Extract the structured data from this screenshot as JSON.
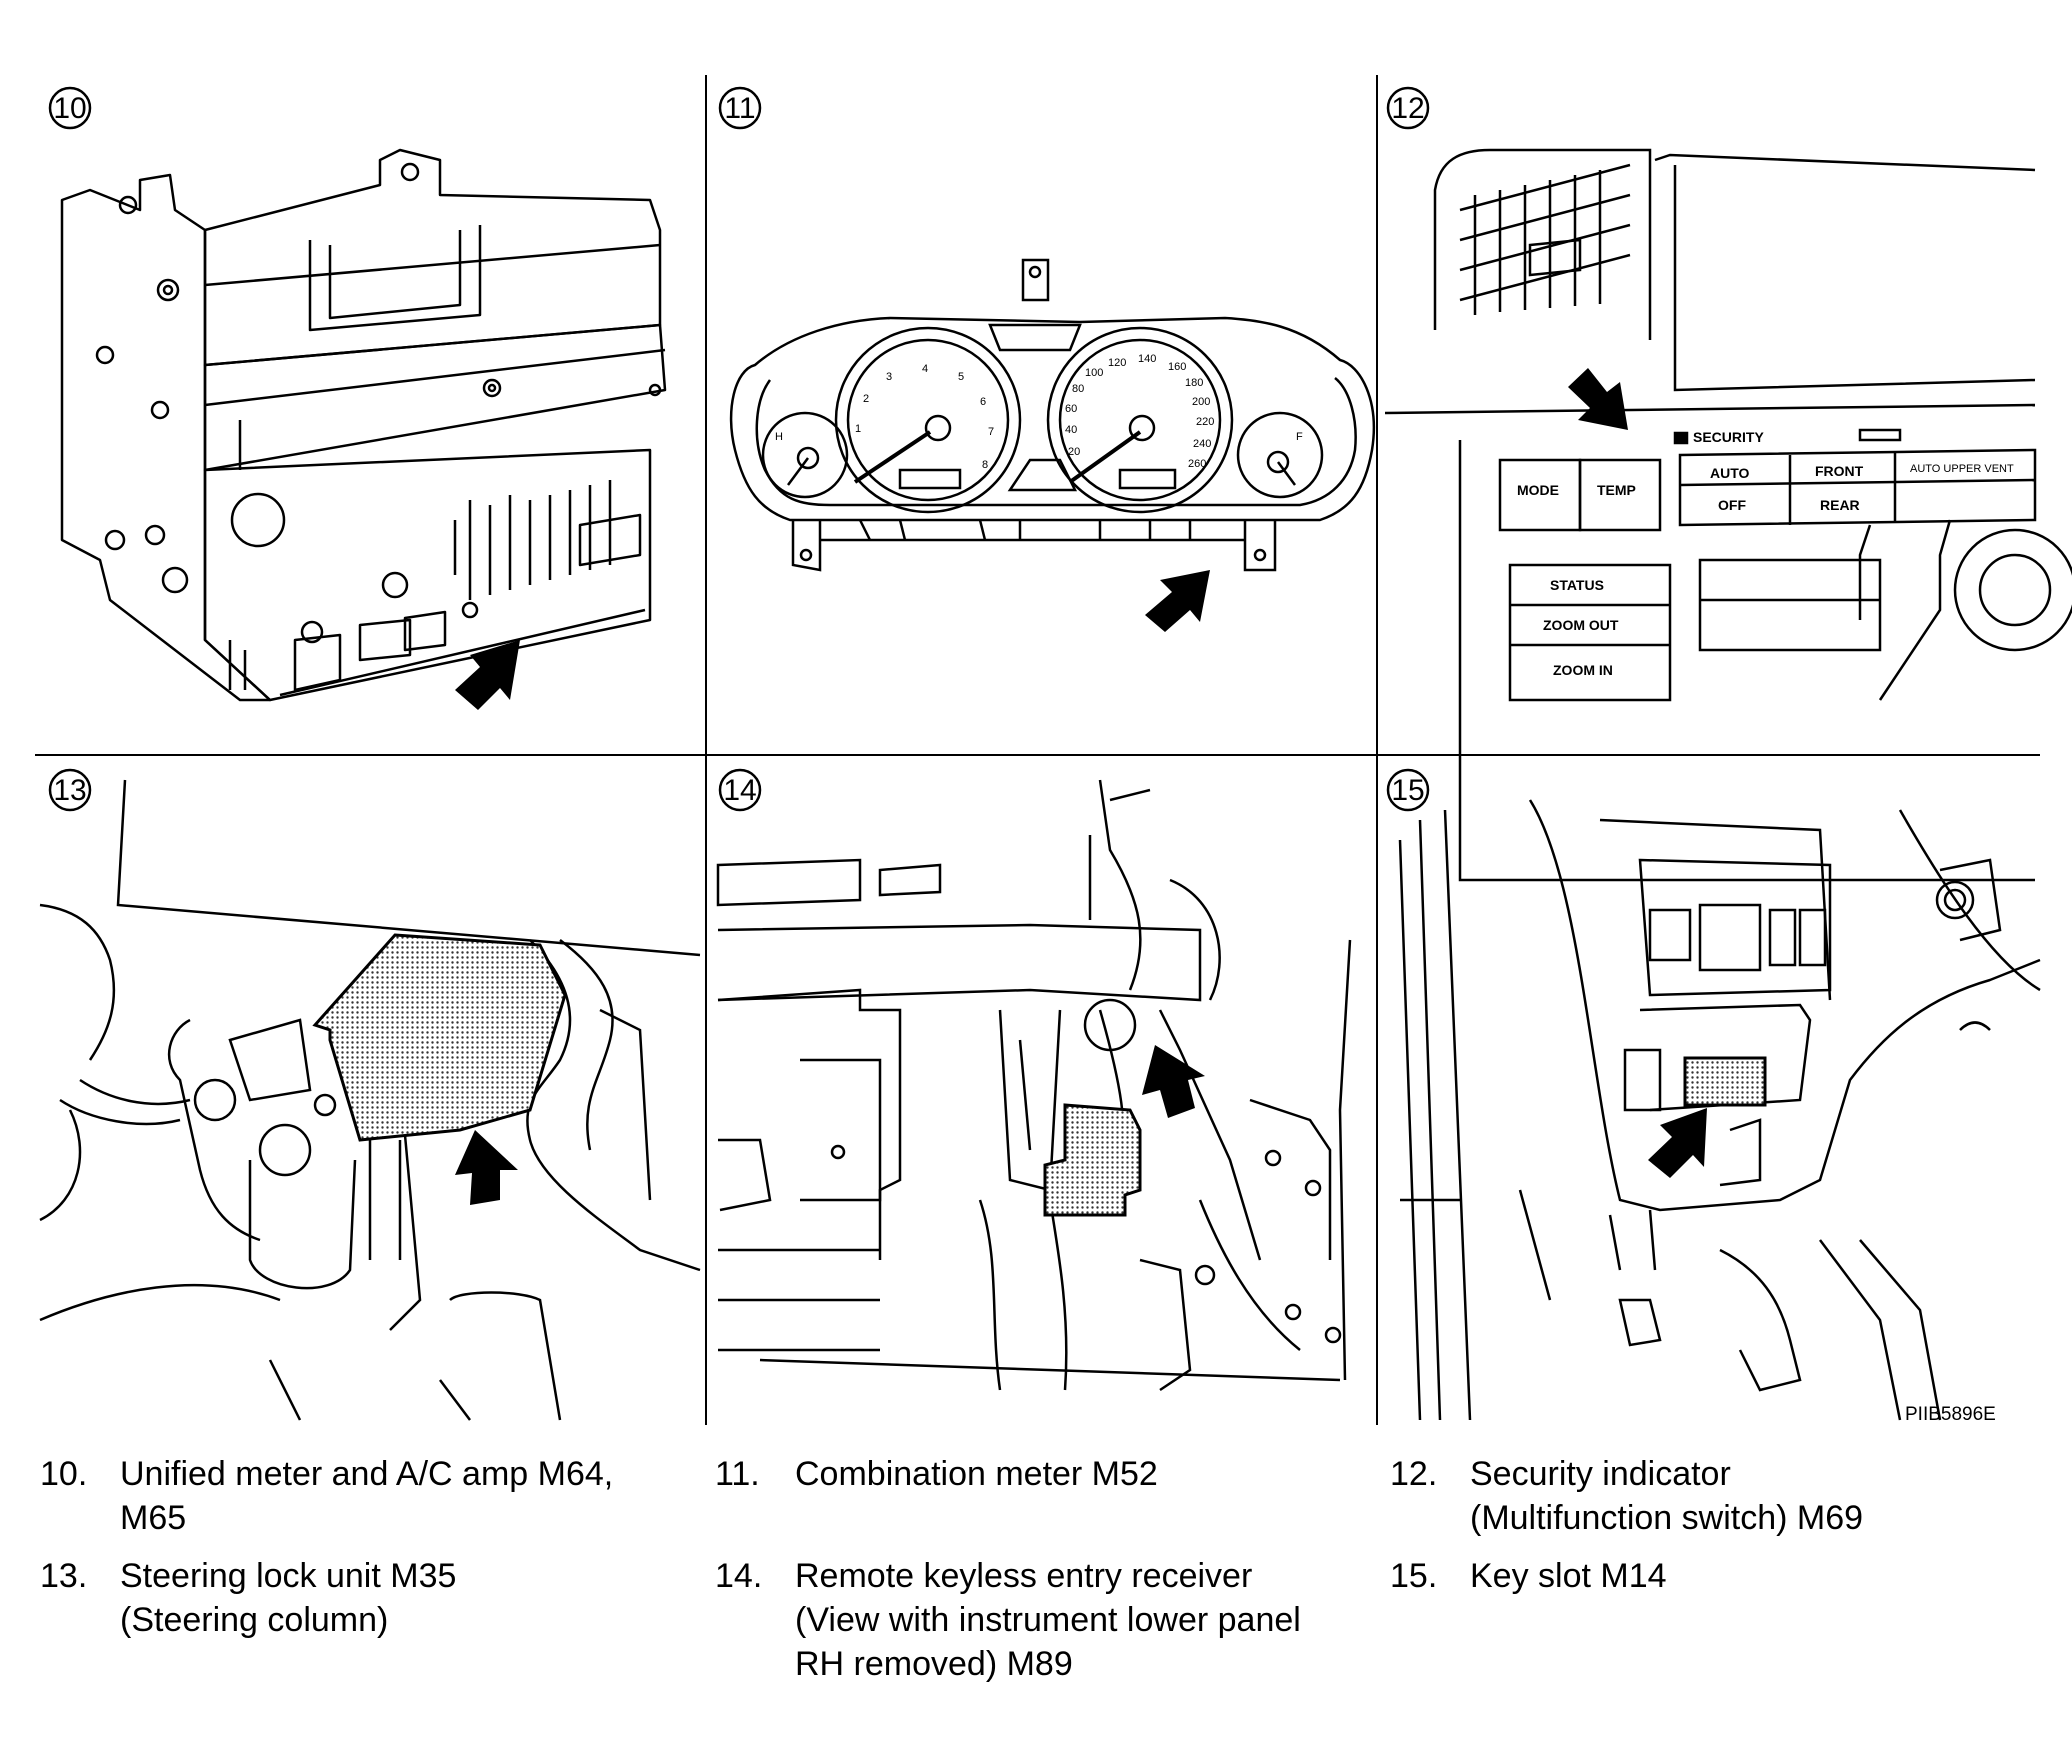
{
  "panels": [
    {
      "number": "10"
    },
    {
      "number": "11"
    },
    {
      "number": "12",
      "labels": {
        "security": "SECURITY",
        "mode": "MODE",
        "temp": "TEMP",
        "auto": "AUTO",
        "off": "OFF",
        "front": "FRONT",
        "rear": "REAR",
        "upper_vent": "AUTO UPPER VENT",
        "status": "STATUS",
        "zoom_out": "ZOOM OUT",
        "zoom_in": "ZOOM IN"
      }
    },
    {
      "number": "13"
    },
    {
      "number": "14"
    },
    {
      "number": "15"
    }
  ],
  "speedometer_ticks": [
    "20",
    "40",
    "60",
    "80",
    "100",
    "120",
    "140",
    "160",
    "180",
    "200",
    "220",
    "240",
    "260"
  ],
  "tachometer_ticks": [
    "1",
    "2",
    "3",
    "4",
    "5",
    "6",
    "7",
    "8"
  ],
  "gauge_letters": {
    "hot": "H",
    "full": "F"
  },
  "figure_code": "PIIB5896E",
  "captions": [
    {
      "number": "10.",
      "text": "Unified meter and A/C amp  M64,\nM65"
    },
    {
      "number": "11.",
      "text": "Combination meter  M52"
    },
    {
      "number": "12.",
      "text": "Security indicator\n(Multifunction switch) M69"
    },
    {
      "number": "13.",
      "text": "Steering lock unit  M35\n(Steering column)"
    },
    {
      "number": "14.",
      "text": "Remote keyless entry receiver\n(View  with  instrument lower panel\nRH removed) M89"
    },
    {
      "number": "15.",
      "text": "Key slot  M14"
    }
  ]
}
